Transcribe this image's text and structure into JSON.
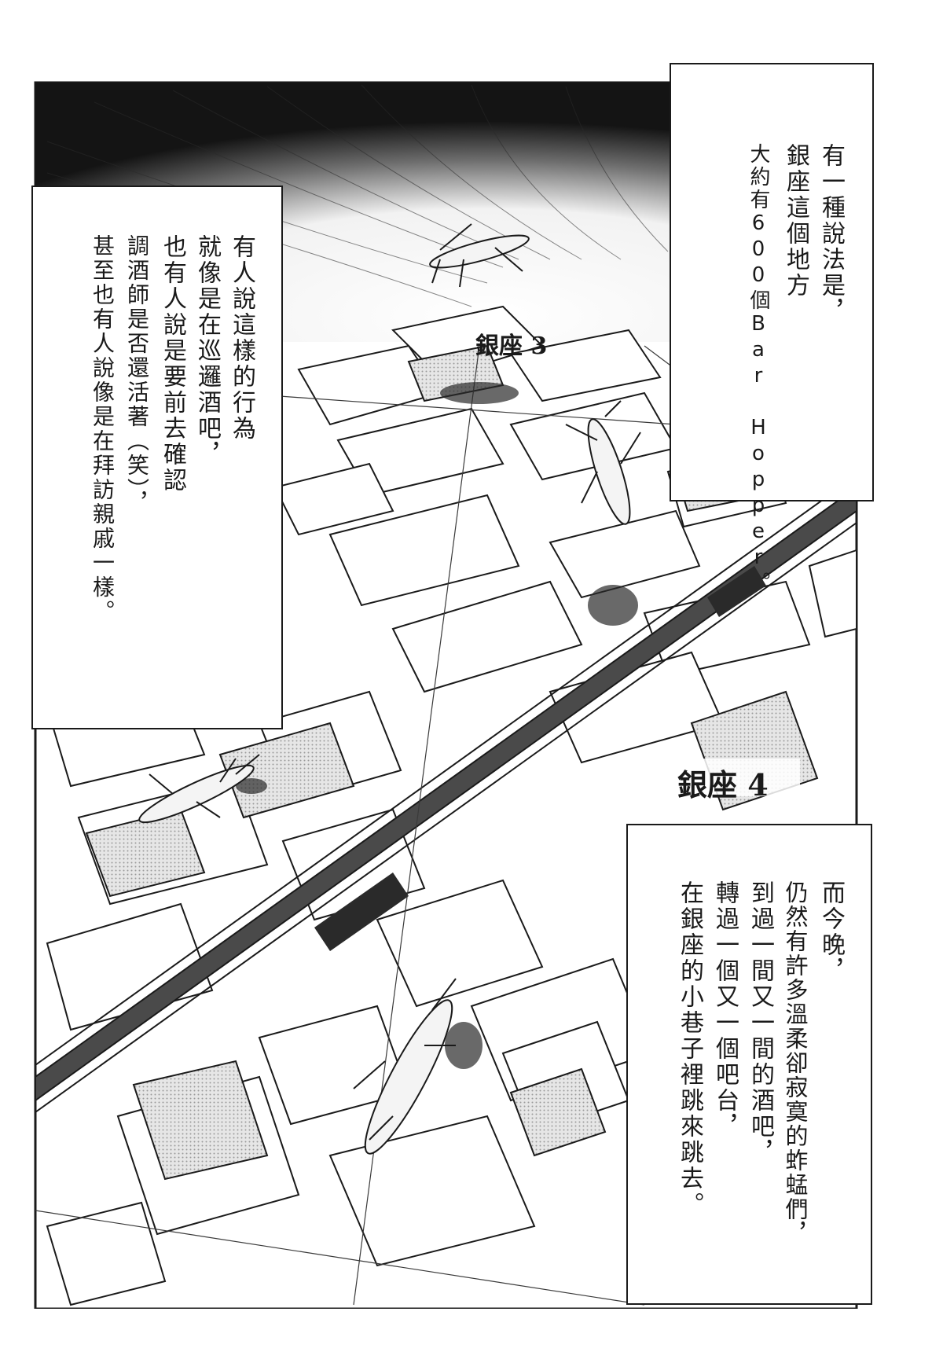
{
  "captions": {
    "top_right": {
      "lines": [
        "有一種說法是，",
        "銀座這個地方",
        "大約有600個Bar Hopper。"
      ]
    },
    "left": {
      "lines": [
        "有人說這樣的行為",
        "就像是在巡邏酒吧，",
        "也有人說是要前去確認",
        "調酒師是否還活著（笑），",
        "甚至也有人說像是在拜訪親戚一樣。"
      ]
    },
    "bottom_right": {
      "lines": [
        "而今晚，",
        "仍然有許多溫柔卻寂寞的蚱蜢們，",
        "到過一間又一間的酒吧，",
        "轉過一個又一個吧台，",
        "在銀座的小巷子裡跳來跳去。"
      ]
    }
  },
  "map_labels": {
    "ginza3": "銀座 3",
    "ginza4": "銀座 4"
  },
  "colors": {
    "ink": "#1a1a1a",
    "paper": "#ffffff",
    "screentone": "#cfcfcf",
    "rail": "#4a4a4a"
  },
  "illustration": {
    "subject": "aerial city map of Ginza blocks with grasshoppers",
    "grasshopper_count": 4
  }
}
